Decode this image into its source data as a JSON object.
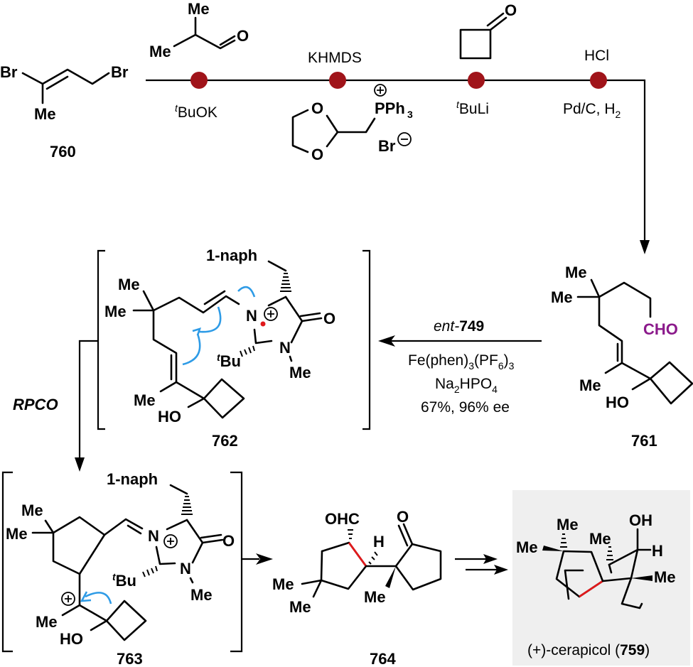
{
  "scheme": {
    "compounds": {
      "c760": {
        "id": "760",
        "labels": {
          "br1": "Br",
          "br2": "Br",
          "me": "Me"
        }
      },
      "c761": {
        "id": "761",
        "labels": {
          "me1": "Me",
          "me2": "Me",
          "cho": "CHO",
          "me3": "Me",
          "ho": "HO"
        }
      },
      "c762": {
        "id": "762",
        "labels": {
          "naph": "1-naph",
          "me1": "Me",
          "me2": "Me",
          "n1": "N",
          "o": "O",
          "n2": "N",
          "tbu": "Bu",
          "tbu_sup": "t",
          "nme": "Me",
          "me3": "Me",
          "ho": "HO"
        }
      },
      "c763": {
        "id": "763",
        "labels": {
          "naph": "1-naph",
          "me1": "Me",
          "me2": "Me",
          "n1": "N",
          "o": "O",
          "n2": "N",
          "tbu": "Bu",
          "tbu_sup": "t",
          "nme": "Me",
          "me3": "Me",
          "ho": "HO"
        }
      },
      "c764": {
        "id": "764",
        "labels": {
          "ohc": "OHC",
          "h": "H",
          "o": "O",
          "me1": "Me",
          "me2": "Me",
          "me3": "Me"
        }
      },
      "c759": {
        "name": "(+)-cerapicol (",
        "id": "759",
        "close": ")",
        "labels": {
          "me1": "Me",
          "me2": "Me",
          "me3": "Me",
          "me4": "Me",
          "oh": "OH",
          "h": "H"
        }
      }
    },
    "top_line": {
      "step1": {
        "above_me1": "Me",
        "above_me2": "Me",
        "above_o": "O",
        "below_sup": "t",
        "below": "BuOK"
      },
      "step2": {
        "above": "KHMDS",
        "below_o1": "O",
        "below_o2": "O",
        "pph": "PPh",
        "pph_sub": "3",
        "br": "Br"
      },
      "step3": {
        "above_o": "O",
        "below_sup": "t",
        "below": "BuLi"
      },
      "step4": {
        "above": "HCl",
        "below": "Pd/C, H",
        "below_sub": "2"
      },
      "node_color": "#a0141a"
    },
    "arrow_761_762": {
      "above_italic": "ent-",
      "above_bold": "749",
      "line1_a": "Fe(phen)",
      "line1_s1": "3",
      "line1_b": "(PF",
      "line1_s2": "6",
      "line1_c": ")",
      "line1_s3": "3",
      "line2_a": "Na",
      "line2_s1": "2",
      "line2_b": "HPO",
      "line2_s2": "4",
      "line3": "67%, 96% ee"
    },
    "arrow_762_763": {
      "label": "RPCO"
    },
    "colors": {
      "cho": "#8b1a8b",
      "arrow_push": "#2e9be6",
      "new_bond": "#e0191b",
      "highlight_box": "#efefef"
    }
  }
}
